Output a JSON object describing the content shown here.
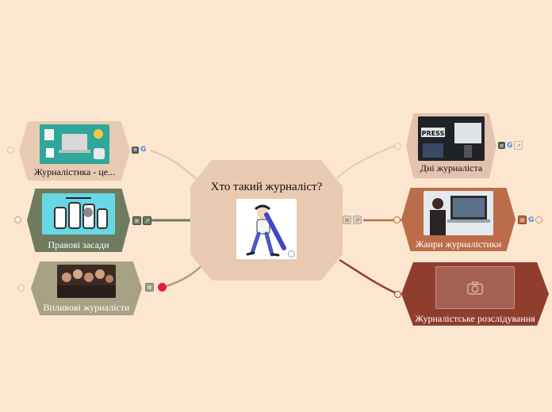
{
  "central": {
    "title": "Хто такий журналіст?"
  },
  "left_nodes": [
    {
      "label": "Журналістика - це..."
    },
    {
      "label": "Правові засади"
    },
    {
      "label": "Впливові журналісти"
    }
  ],
  "right_nodes": [
    {
      "label": "Дні журналіста",
      "thumb_text": "PRESS"
    },
    {
      "label": "Жанри журналістики"
    },
    {
      "label": "Журналістське розслідування"
    }
  ],
  "colors": {
    "background": "#fde6cf",
    "central": "#e8cab3",
    "node1": "#e8cab3",
    "node2": "#6e7b5e",
    "node3": "#a7a283",
    "node4": "#e3c3ae",
    "node5": "#bb6d4a",
    "node6": "#913d2e"
  },
  "icons": [
    "notes-icon",
    "google-icon",
    "link-icon",
    "camera-icon"
  ]
}
